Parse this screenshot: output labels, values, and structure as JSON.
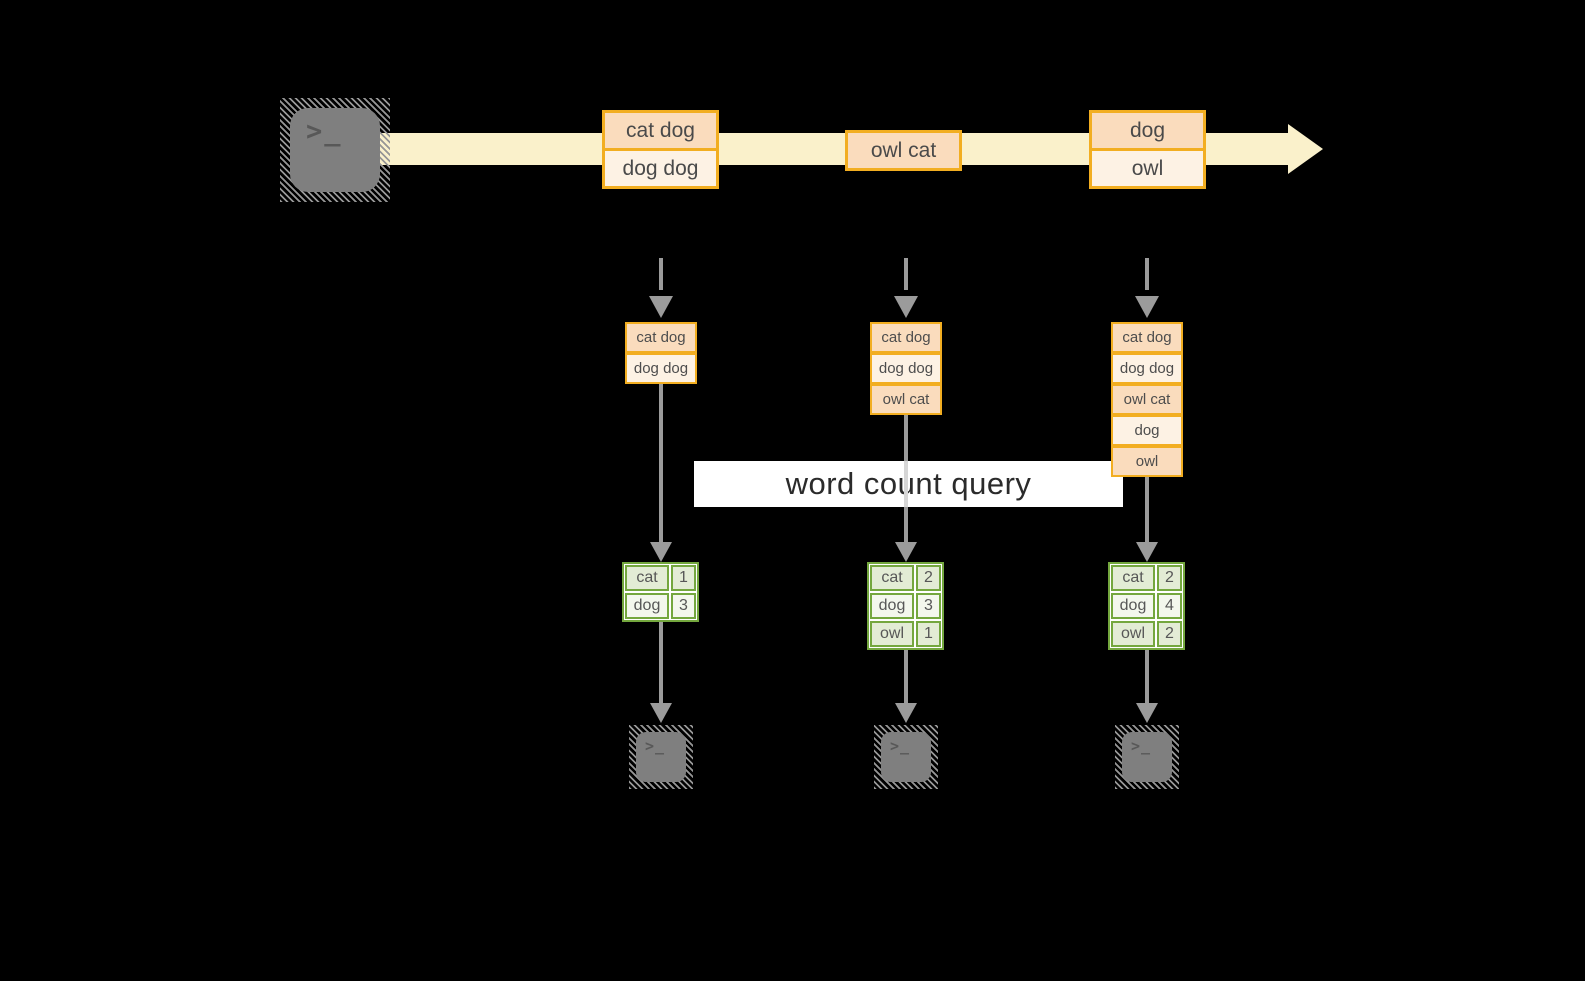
{
  "diagram": {
    "query_label": "word count query",
    "terminal_prompt": ">_",
    "stream_messages": [
      {
        "rows": [
          "cat dog",
          "dog dog"
        ]
      },
      {
        "rows": [
          "owl cat"
        ]
      },
      {
        "rows": [
          "dog",
          "owl"
        ]
      }
    ],
    "columns": [
      {
        "buffer_rows": [
          "cat dog",
          "dog dog"
        ],
        "counts": [
          {
            "word": "cat",
            "count": "1"
          },
          {
            "word": "dog",
            "count": "3"
          }
        ]
      },
      {
        "buffer_rows": [
          "cat dog",
          "dog dog",
          "owl cat"
        ],
        "counts": [
          {
            "word": "cat",
            "count": "2"
          },
          {
            "word": "dog",
            "count": "3"
          },
          {
            "word": "owl",
            "count": "1"
          }
        ]
      },
      {
        "buffer_rows": [
          "cat dog",
          "dog dog",
          "owl cat",
          "dog",
          "owl"
        ],
        "counts": [
          {
            "word": "cat",
            "count": "2"
          },
          {
            "word": "dog",
            "count": "4"
          },
          {
            "word": "owl",
            "count": "2"
          }
        ]
      }
    ],
    "colors": {
      "background": "#000000",
      "stream_band": "#FAF1CB",
      "box_border": "#F2AE21",
      "box_fill_dark": "#FADCBD",
      "box_fill_light": "#FDF2E4",
      "table_border": "#74A73E",
      "table_fill_dark": "#E3ECD5",
      "table_fill_light": "#F3F7ED",
      "arrow_gray": "#9B9B9B",
      "terminal_gray": "#7F7F7F",
      "query_box_bg": "#FFFFFF"
    }
  }
}
